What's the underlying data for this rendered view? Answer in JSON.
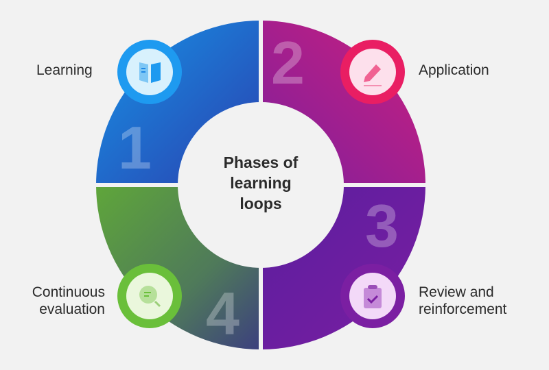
{
  "title": "Phases of learning loops",
  "title_lines": [
    "Phases of",
    "learning",
    "loops"
  ],
  "phases": [
    {
      "number": "1",
      "label": "Learning",
      "icon": "book-icon",
      "color": "#1e88e5"
    },
    {
      "number": "2",
      "label": "Application",
      "icon": "pencil-icon",
      "color": "#e91e63"
    },
    {
      "number": "3",
      "label_lines": [
        "Review and",
        "reinforcement"
      ],
      "icon": "clipboard-check-icon",
      "color": "#7b1fa2"
    },
    {
      "number": "4",
      "label_lines": [
        "Continuous",
        "evaluation"
      ],
      "icon": "magnifier-icon",
      "color": "#6abf3a"
    }
  ]
}
